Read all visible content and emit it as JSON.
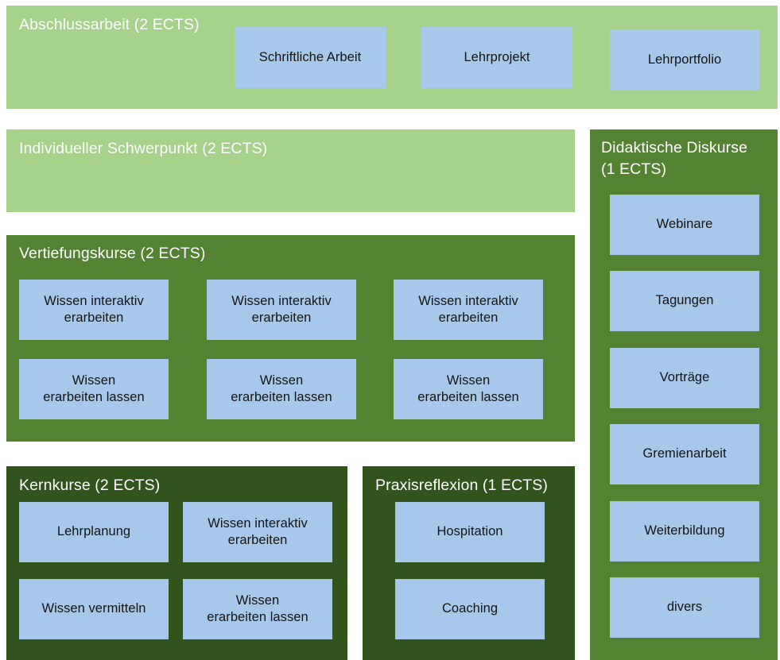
{
  "colors": {
    "light_green": "#a5d18a",
    "medium_green": "#538232",
    "dark_green": "#31541c",
    "tile_blue": "#a6c9eb",
    "title_text": "#ffffff",
    "tile_text": "#141414",
    "background": "#ffffff"
  },
  "panels": {
    "abschlussarbeit": {
      "title": "Abschlussarbeit (2 ECTS)",
      "tiles": [
        {
          "label": "Schriftliche Arbeit"
        },
        {
          "label": "Lehrprojekt"
        },
        {
          "label": "Lehrportfolio"
        }
      ]
    },
    "individueller_schwerpunkt": {
      "title": "Individueller Schwerpunkt (2 ECTS)",
      "tiles": []
    },
    "vertiefungskurse": {
      "title": "Vertiefungskurse (2 ECTS)",
      "tiles": [
        {
          "label": "Wissen interaktiv\nerarbeiten"
        },
        {
          "label": "Wissen interaktiv\nerarbeiten"
        },
        {
          "label": "Wissen interaktiv\nerarbeiten"
        },
        {
          "label": "Wissen\nerarbeiten lassen"
        },
        {
          "label": "Wissen\nerarbeiten lassen"
        },
        {
          "label": "Wissen\nerarbeiten lassen"
        }
      ]
    },
    "kernkurse": {
      "title": "Kernkurse (2 ECTS)",
      "tiles": [
        {
          "label": "Lehrplanung"
        },
        {
          "label": "Wissen interaktiv\nerarbeiten"
        },
        {
          "label": "Wissen vermitteln"
        },
        {
          "label": "Wissen\nerarbeiten lassen"
        }
      ]
    },
    "praxisreflexion": {
      "title": "Praxisreflexion (1 ECTS)",
      "tiles": [
        {
          "label": "Hospitation"
        },
        {
          "label": "Coaching"
        }
      ]
    },
    "didaktische_diskurse": {
      "title": "Didaktische Diskurse\n(1 ECTS)",
      "tiles": [
        {
          "label": "Webinare"
        },
        {
          "label": "Tagungen"
        },
        {
          "label": "Vorträge"
        },
        {
          "label": "Gremienarbeit"
        },
        {
          "label": "Weiterbildung"
        },
        {
          "label": "divers"
        }
      ]
    }
  }
}
